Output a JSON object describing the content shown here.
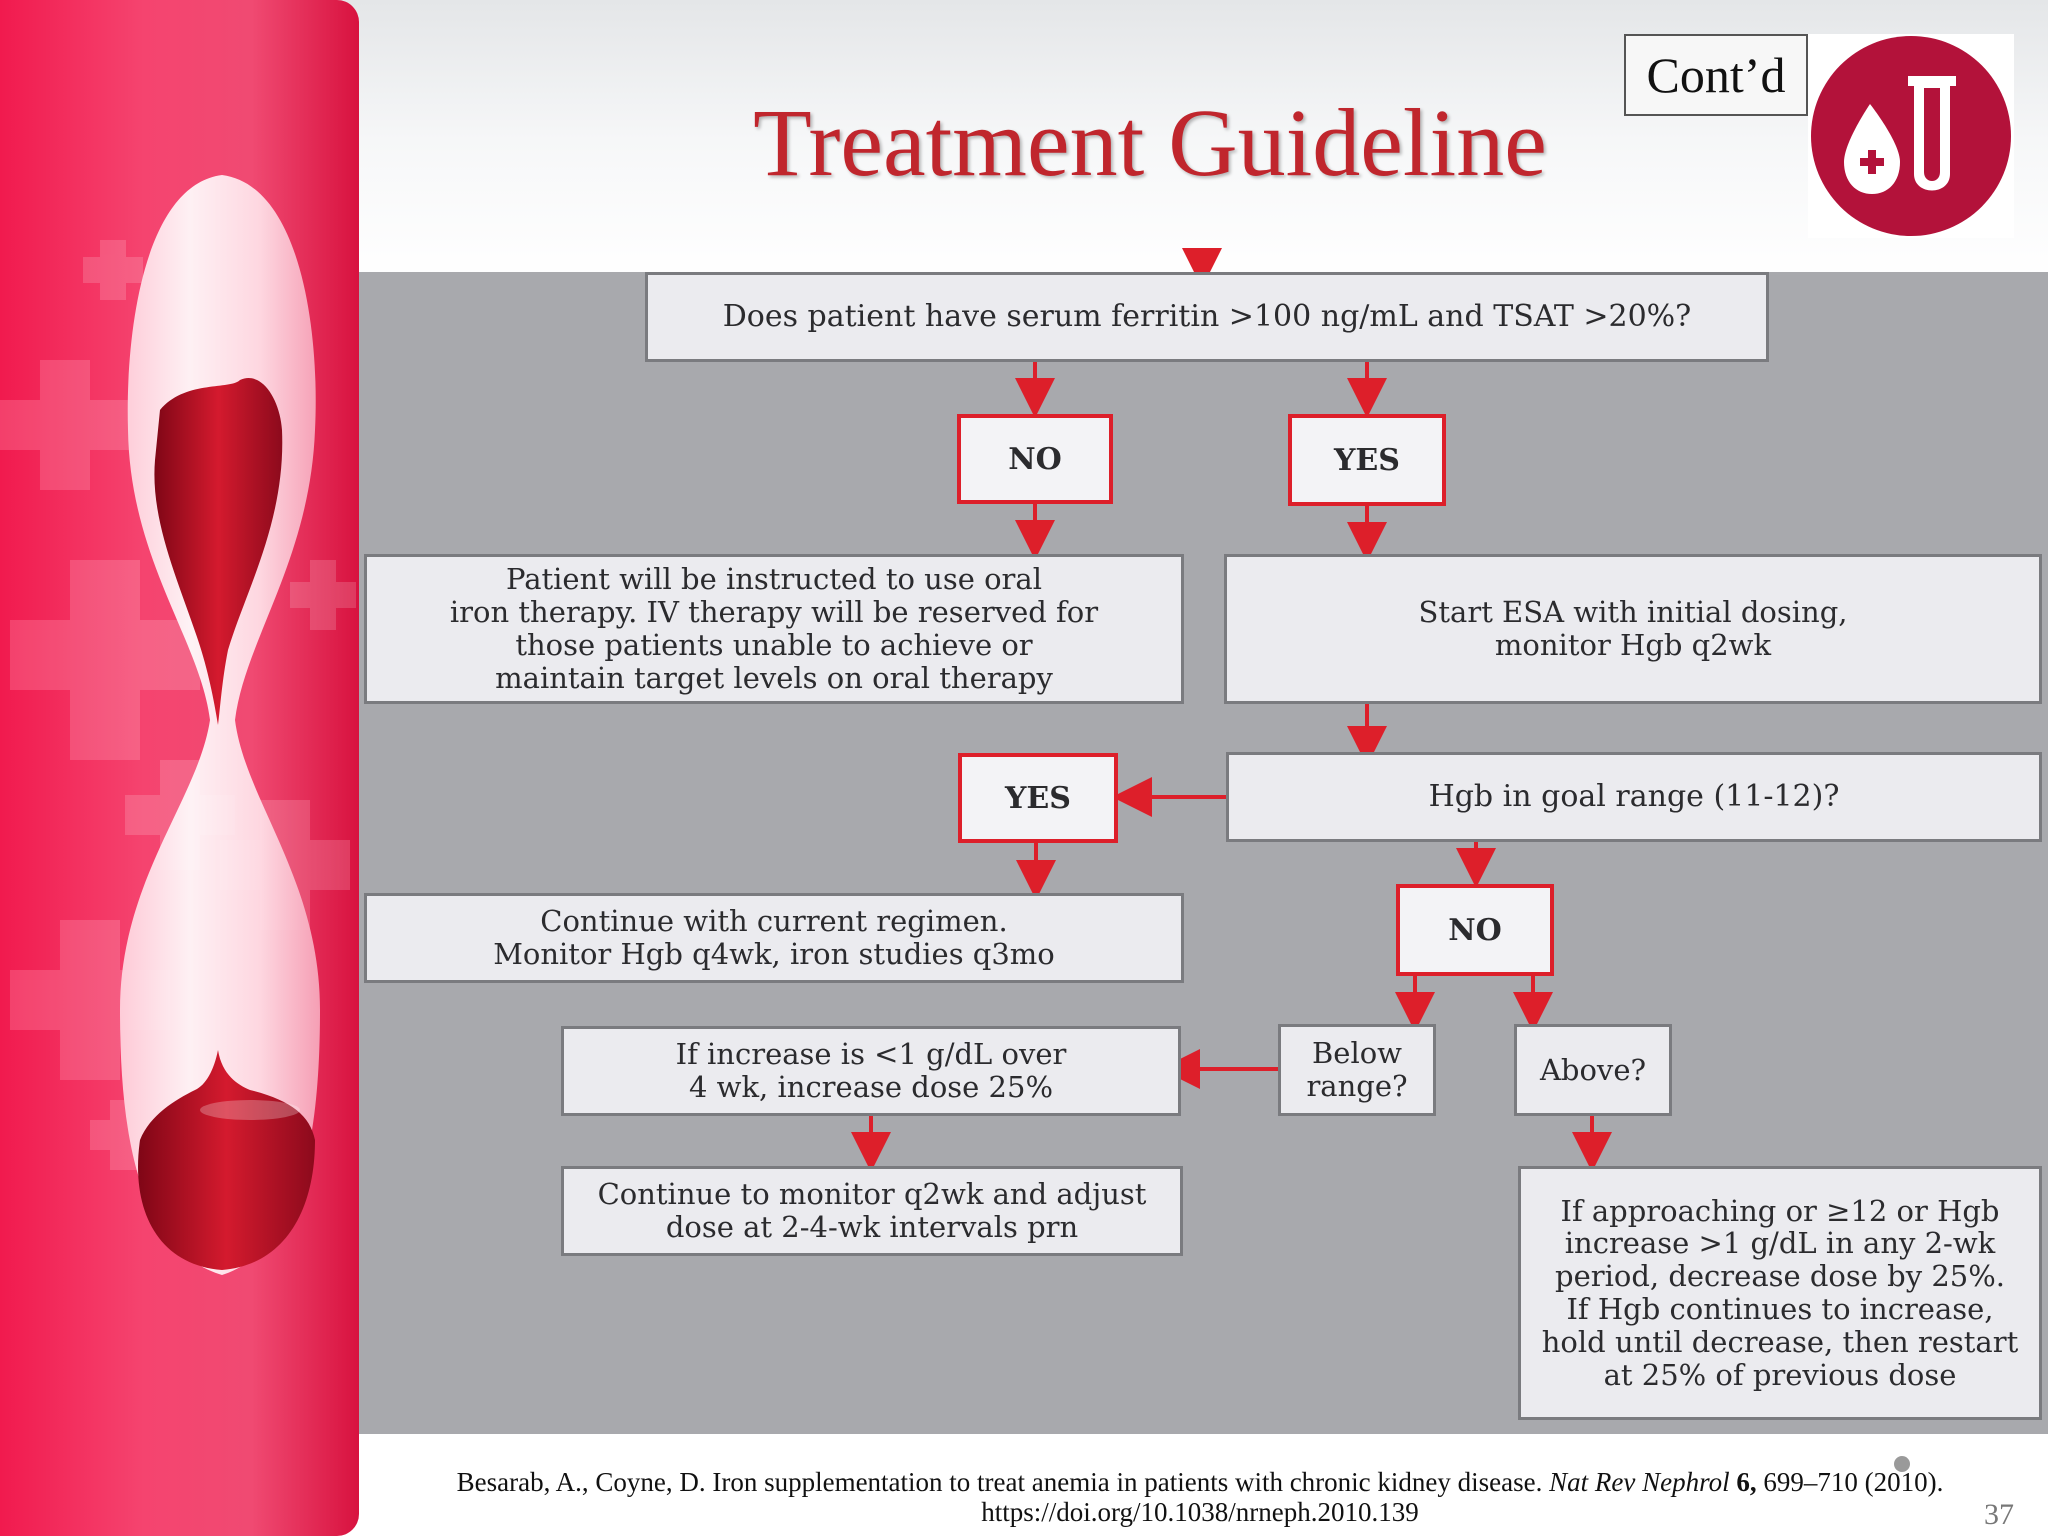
{
  "slide": {
    "title": "Treatment Guideline",
    "contd_label": "Cont’d",
    "page_number": "37"
  },
  "logo": {
    "icon": "blood-drop-test-tube-icon",
    "color": "#b3123a"
  },
  "colors": {
    "accent_red": "#dd1f2a",
    "title_red": "#c0262d",
    "panel_pink": "#f11a4e",
    "diagram_gray": "#a8a9ad"
  },
  "flowchart": {
    "q_ferritin": "Does patient have serum ferritin >100 ng/mL and TSAT >20%?",
    "no_1": "NO",
    "yes_1": "YES",
    "oral_iron": "Patient will be instructed to use oral\niron therapy. IV therapy will be reserved for\nthose patients unable to achieve or\nmaintain target levels on oral therapy",
    "start_esa": "Start ESA with initial dosing,\nmonitor Hgb q2wk",
    "q_hgb_goal": "Hgb in goal range (11-12)?",
    "yes_2": "YES",
    "continue_regimen": "Continue with current regimen.\nMonitor Hgb q4wk, iron studies q3mo",
    "no_2": "NO",
    "below_range": "Below\nrange?",
    "above": "Above?",
    "increase_dose": "If increase is <1 g/dL over\n4 wk, increase dose 25%",
    "monitor_q2wk": "Continue to monitor q2wk and adjust\ndose at 2-4-wk intervals prn",
    "decrease_dose": "If approaching or ≥12 or Hgb\nincrease >1 g/dL in any 2-wk\nperiod, decrease dose by 25%.\nIf Hgb continues to increase,\nhold until decrease, then restart\nat 25% of previous dose"
  },
  "citation": {
    "authors_title": "Besarab, A., Coyne, D. Iron supplementation to treat anemia in patients with chronic kidney disease.",
    "journal": "Nat Rev Nephrol",
    "volume": "6,",
    "pages_year": "699–710 (2010).",
    "doi": "https://doi.org/10.1038/nrneph.2010.139"
  }
}
